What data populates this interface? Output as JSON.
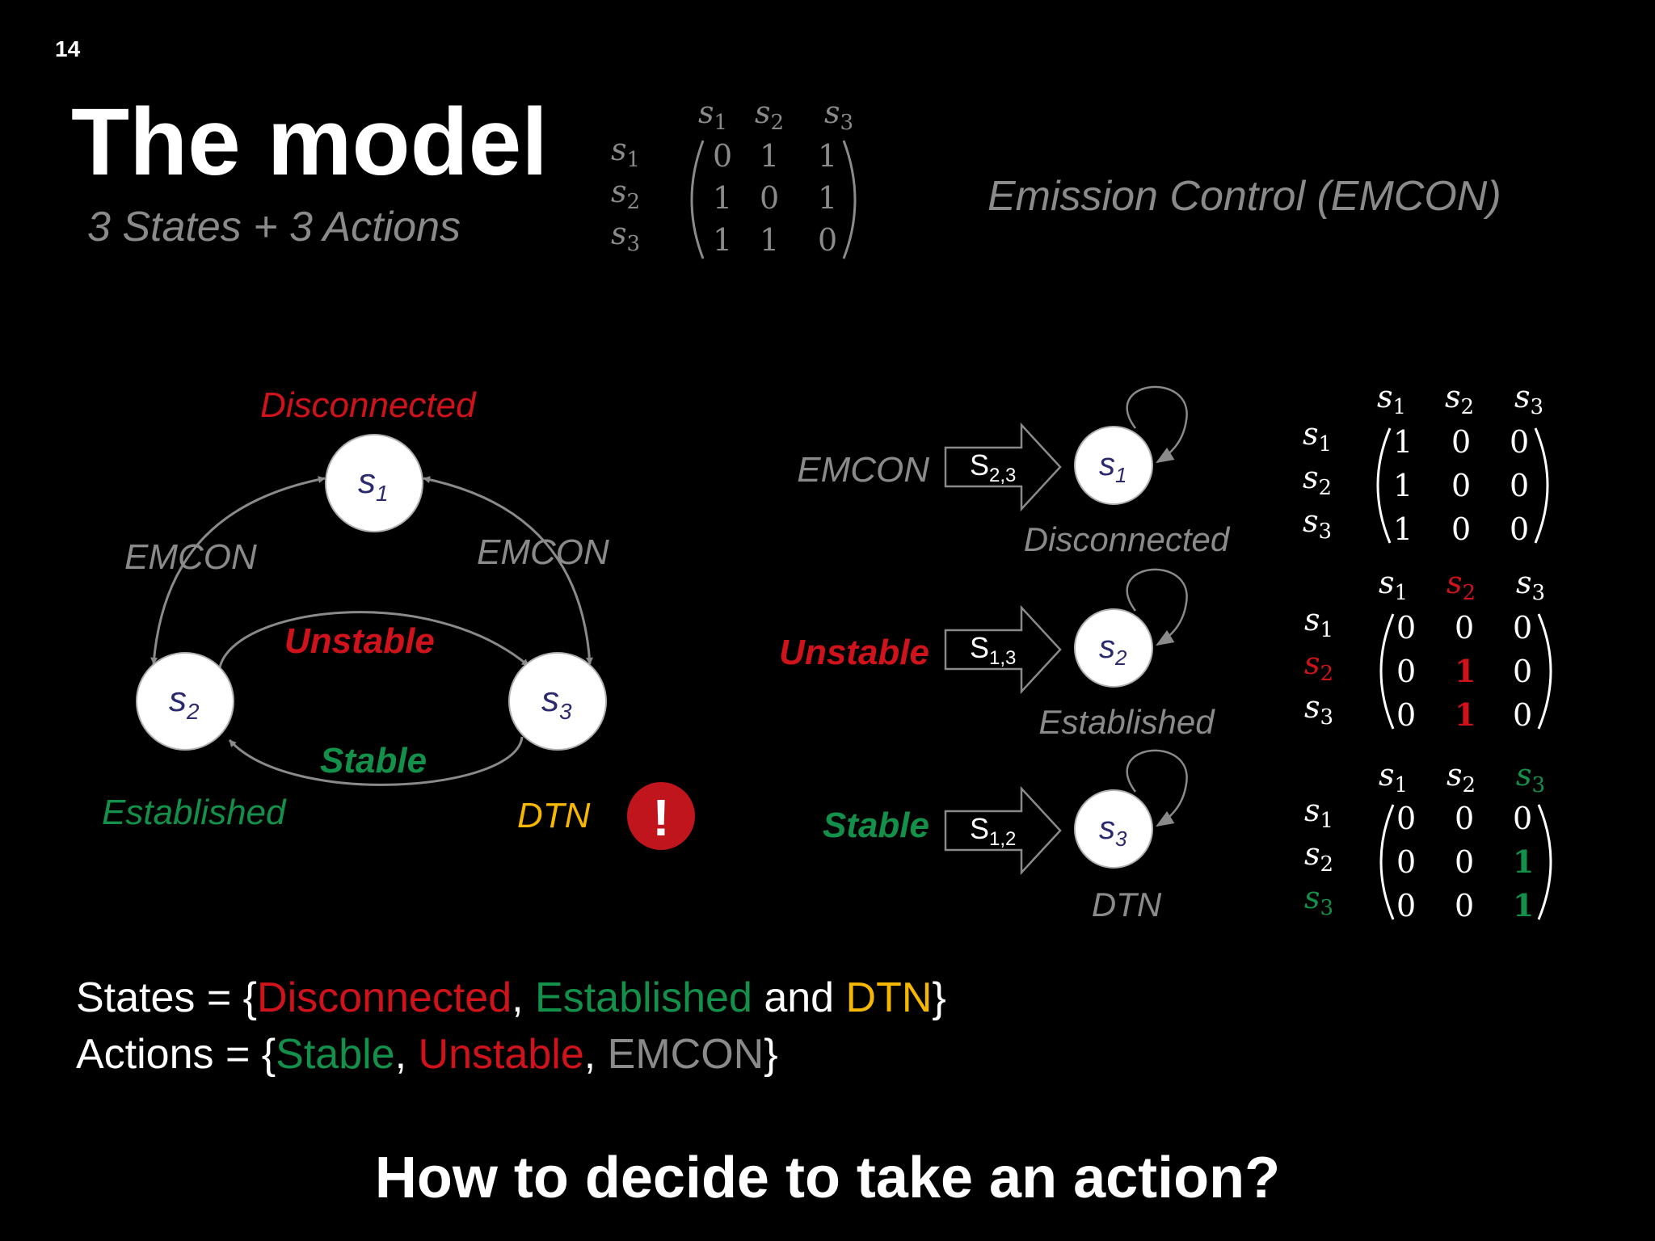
{
  "slide_number": "14",
  "title": "The model",
  "subtitle": "3 States + 3 Actions",
  "emcon_caption": "Emission Control (EMCON)",
  "colors": {
    "red": "#d0121b",
    "green": "#13914a",
    "yellow": "#f5b700",
    "gray": "#8a8a8a",
    "node_text": "#2c2a6e",
    "white": "#ffffff"
  },
  "state_symbols": [
    "s1",
    "s2",
    "s3"
  ],
  "main_matrix": {
    "col_headers": [
      "s",
      "s",
      "s"
    ],
    "col_subs": [
      "1",
      "2",
      "3"
    ],
    "row_headers": [
      "s",
      "s",
      "s"
    ],
    "row_subs": [
      "1",
      "2",
      "3"
    ],
    "rows": [
      [
        "0",
        "1",
        "1"
      ],
      [
        "1",
        "0",
        "1"
      ],
      [
        "1",
        "1",
        "0"
      ]
    ]
  },
  "graph": {
    "nodes": [
      {
        "label": "s",
        "sub": "1",
        "name": "Disconnected"
      },
      {
        "label": "s",
        "sub": "2",
        "name": "Established"
      },
      {
        "label": "s",
        "sub": "3",
        "name": "DTN"
      }
    ],
    "edge_labels": {
      "left": "EMCON",
      "right": "EMCON",
      "top": "Unstable",
      "bottom": "Stable"
    },
    "warning_symbol": "!"
  },
  "actions": [
    {
      "action": "EMCON",
      "arrow_label": "S",
      "arrow_sub": "2,3",
      "target": "s",
      "target_sub": "1",
      "target_name": "Disconnected",
      "matrix": {
        "col_headers": [
          "s",
          "s",
          "s"
        ],
        "col_subs": [
          "1",
          "2",
          "3"
        ],
        "row_headers": [
          "s",
          "s",
          "s"
        ],
        "row_subs": [
          "1",
          "2",
          "3"
        ],
        "rows": [
          [
            "1",
            "0",
            "0"
          ],
          [
            "1",
            "0",
            "0"
          ],
          [
            "1",
            "0",
            "0"
          ]
        ]
      }
    },
    {
      "action": "Unstable",
      "arrow_label": "S",
      "arrow_sub": "1,3",
      "target": "s",
      "target_sub": "2",
      "target_name": "Established",
      "matrix": {
        "col_headers": [
          "s",
          "s",
          "s"
        ],
        "col_subs": [
          "1",
          "2",
          "3"
        ],
        "row_headers": [
          "s",
          "s",
          "s"
        ],
        "row_subs": [
          "1",
          "2",
          "3"
        ],
        "rows": [
          [
            "0",
            "0",
            "0"
          ],
          [
            "0",
            "1",
            "0"
          ],
          [
            "0",
            "1",
            "0"
          ]
        ]
      }
    },
    {
      "action": "Stable",
      "arrow_label": "S",
      "arrow_sub": "1,2",
      "target": "s",
      "target_sub": "3",
      "target_name": "DTN",
      "matrix": {
        "col_headers": [
          "s",
          "s",
          "s"
        ],
        "col_subs": [
          "1",
          "2",
          "3"
        ],
        "row_headers": [
          "s",
          "s",
          "s"
        ],
        "row_subs": [
          "1",
          "2",
          "3"
        ],
        "rows": [
          [
            "0",
            "0",
            "0"
          ],
          [
            "0",
            "0",
            "1"
          ],
          [
            "0",
            "0",
            "1"
          ]
        ]
      }
    }
  ],
  "states_line": {
    "prefix": "States = {",
    "items": [
      "Disconnected",
      "Established",
      "DTN"
    ],
    "sep1": ", ",
    "sep2": " and ",
    "suffix": "}"
  },
  "actions_line": {
    "prefix": "Actions = {",
    "items": [
      "Stable",
      "Unstable",
      "EMCON"
    ],
    "sep": ", ",
    "suffix": "}"
  },
  "question": "How to decide to take an action?"
}
